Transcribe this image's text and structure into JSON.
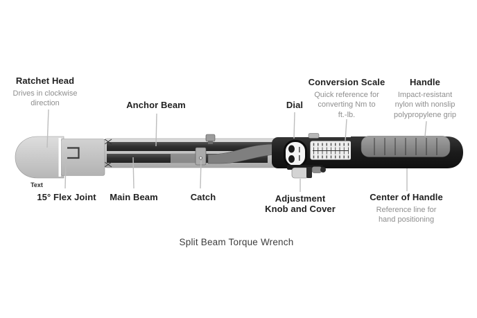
{
  "figure": {
    "caption": "Split Beam Torque Wrench",
    "note": "Text"
  },
  "callouts": {
    "ratchet_head": {
      "title": "Ratchet Head",
      "description": "Drives in clockwise direction"
    },
    "anchor_beam": {
      "title": "Anchor Beam"
    },
    "dial": {
      "title": "Dial"
    },
    "conversion_scale": {
      "title": "Conversion Scale",
      "description": "Quick reference for converting Nm to ft.-lb."
    },
    "handle": {
      "title": "Handle",
      "description": "Impact-resistant nylon with nonslip polypropylene grip"
    },
    "flex_joint": {
      "title": "15° Flex Joint"
    },
    "main_beam": {
      "title": "Main Beam"
    },
    "catch": {
      "title": "Catch"
    },
    "adjustment_knob": {
      "title": "Adjustment Knob and Cover"
    },
    "center_of_handle": {
      "title": "Center of Handle",
      "description": "Reference line for hand positioning"
    }
  },
  "colors": {
    "label_title": "#212121",
    "label_description": "#8e8e8e",
    "leader_line": "#bdbdbd",
    "head_gray": "#c7c7c7",
    "beam_dark": "#333333",
    "body_black": "#1d1d1d",
    "grip_gray": "#8b8b8b",
    "scale_panel": "#ededed"
  }
}
